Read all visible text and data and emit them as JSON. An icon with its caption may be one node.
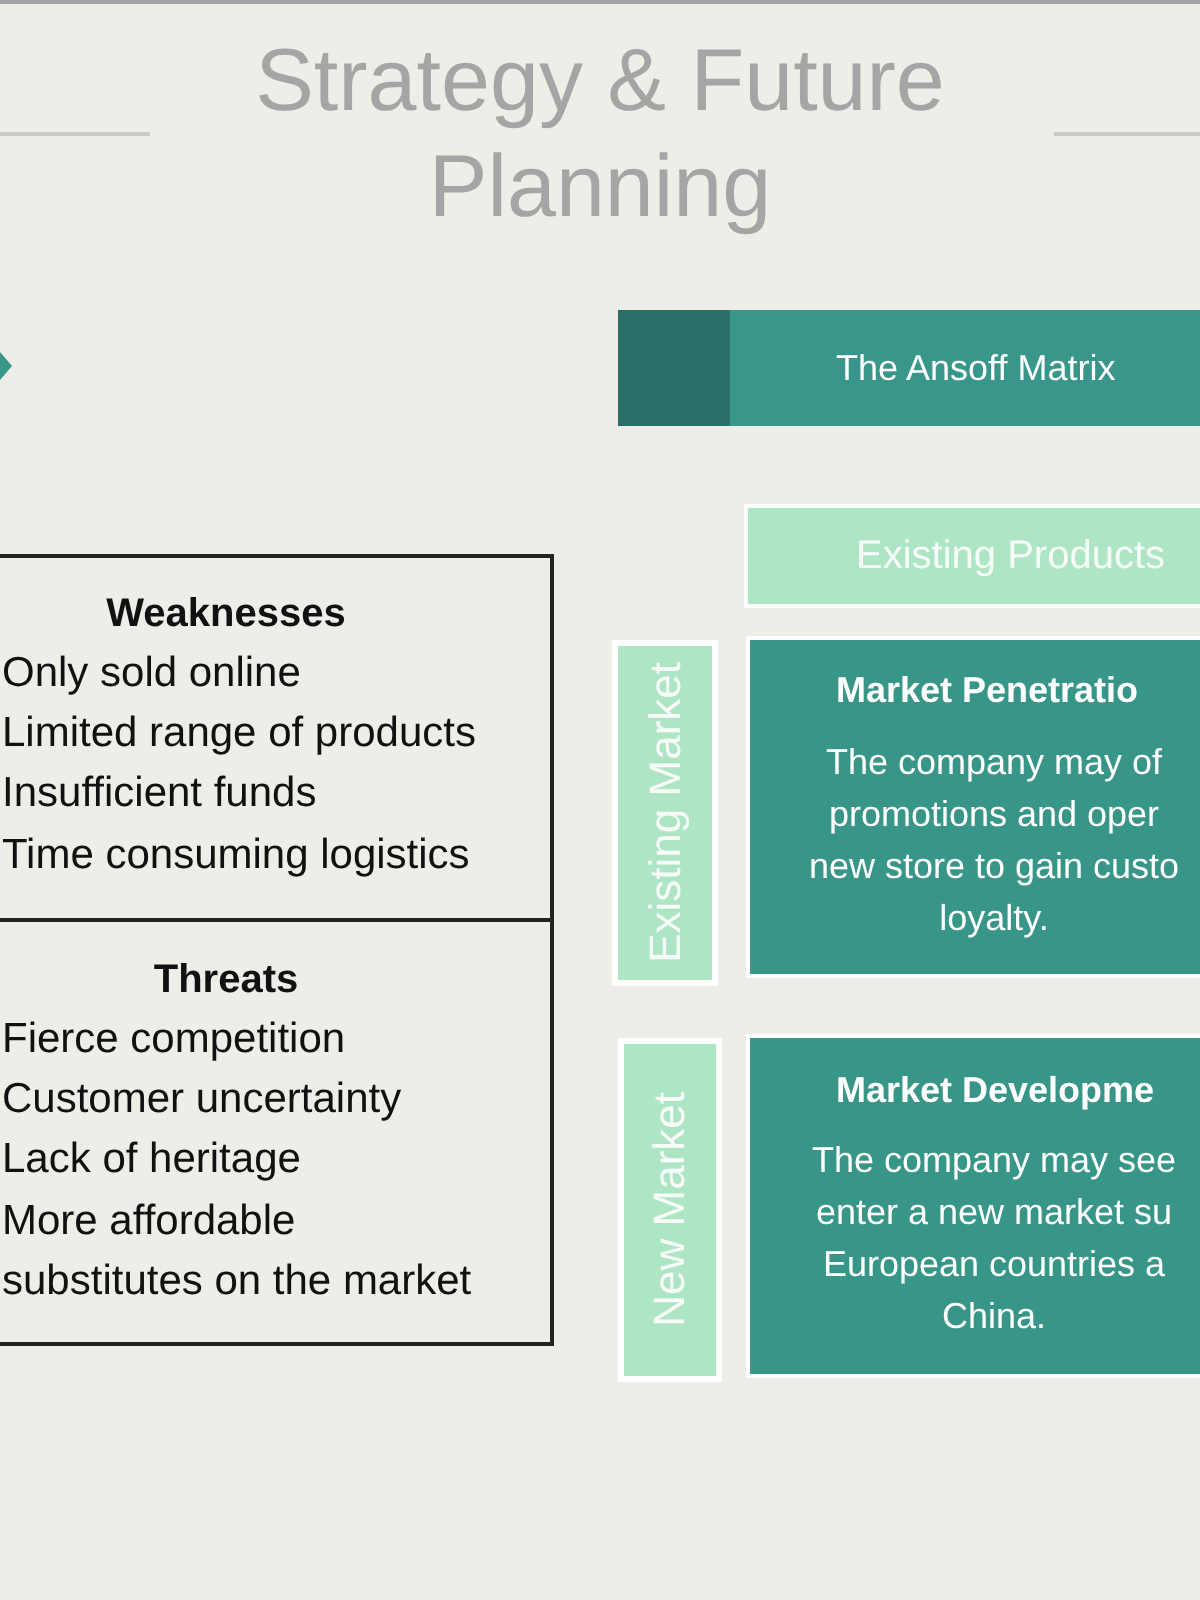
{
  "diagram": {
    "title": "Strategy & Future Planning",
    "nodes": [
      {
        "text": [
          "Weaknesses",
          "Only sold online",
          "Limited range of products",
          "Insufficient funds",
          "Time consuming logistics"
        ]
      },
      {
        "text": [
          "Threats",
          "Fierce competition",
          "Customer uncertainty",
          "Lack of heritage",
          "More affordable substitutes on the market"
        ]
      },
      {
        "text": [
          "The Ansoff Matrix"
        ]
      },
      {
        "text": [
          "Existing Products"
        ]
      },
      {
        "text": [
          "Existing Market"
        ]
      },
      {
        "text": [
          "Market Penetratio",
          "The company may of promotions and oper new store to gain custo loyalty."
        ]
      },
      {
        "text": [
          "New Market"
        ]
      },
      {
        "text": [
          "Market Developme",
          "The company may see enter a new market su European countries a China."
        ]
      }
    ]
  }
}
